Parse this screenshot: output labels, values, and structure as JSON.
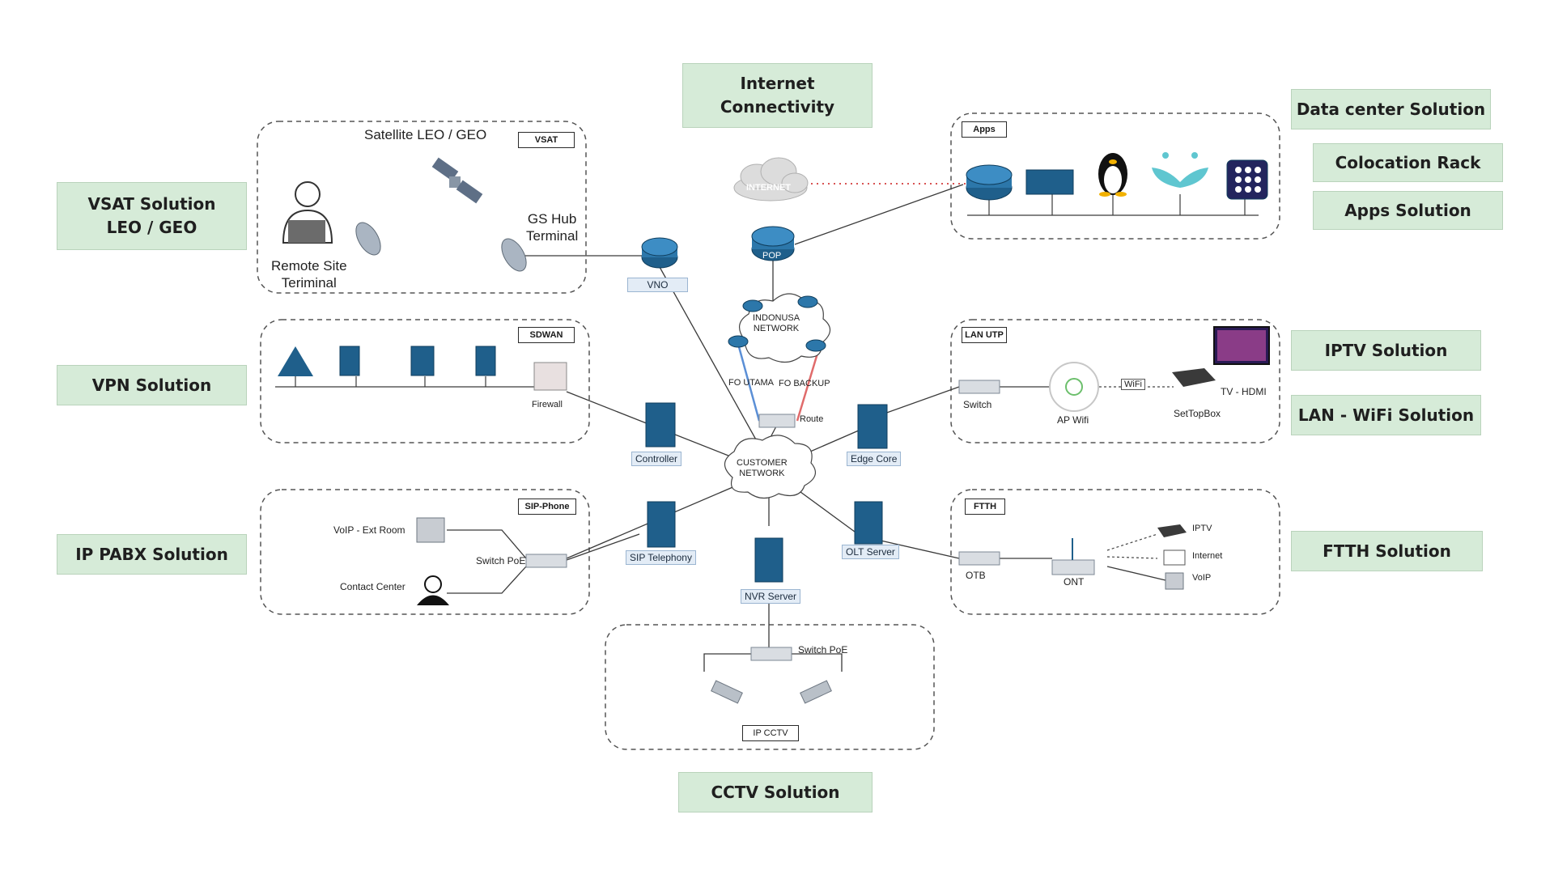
{
  "solutions": {
    "internet": "Internet\nConnectivity",
    "datacenter": "Data center Solution",
    "colocation": "Colocation Rack",
    "apps": "Apps Solution",
    "vsat": "VSAT Solution\nLEO / GEO",
    "vpn": "VPN Solution",
    "ippabx": "IP PABX Solution",
    "iptv": "IPTV Solution",
    "lanwifi": "LAN - WiFi Solution",
    "ftth": "FTTH Solution",
    "cctv": "CCTV Solution"
  },
  "groups": {
    "vsat": {
      "tag": "VSAT",
      "satellite": "Satellite LEO / GEO",
      "remote": "Remote Site\nTeriminal",
      "hub": "GS Hub\nTerminal"
    },
    "sdwan": {
      "tag": "SDWAN",
      "firewall": "Firewall"
    },
    "sip": {
      "tag": "SIP-Phone",
      "voip": "VoIP - Ext Room",
      "switch": "Switch PoE",
      "contact": "Contact Center"
    },
    "apps": {
      "tag": "Apps"
    },
    "lan": {
      "tag": "LAN UTP",
      "switch": "Switch",
      "ap": "AP Wifi",
      "wifi": "WiFi",
      "stb": "SetTopBox",
      "tv": "TV - HDMI"
    },
    "ftth": {
      "tag": "FTTH",
      "otb": "OTB",
      "ont": "ONT",
      "iptv": "IPTV",
      "internet": "Internet",
      "voip": "VoIP"
    },
    "cctv": {
      "switch": "Switch PoE",
      "tag": "IP CCTV"
    }
  },
  "core": {
    "internet_cloud": "INTERNET",
    "pop": "POP",
    "indonusa": "INDONUSA\nNETWORK",
    "fo_utama": "FO UTAMA",
    "fo_backup": "FO BACKUP",
    "router": "Route",
    "customer": "CUSTOMER\nNETWORK",
    "vno": "VNO",
    "controller": "Controller",
    "edge_core": "Edge Core",
    "sip_telephony": "SIP Telephony",
    "olt_server": "OLT Server",
    "nvr_server": "NVR Server"
  },
  "colors": {
    "solution_bg": "#d6ebd8",
    "icon_blue": "#1f5f8b",
    "line": "#3a3a3a",
    "fo_utama": "#5b8fd6",
    "fo_backup": "#e06b6b",
    "dotted_red": "#d23b3b"
  }
}
